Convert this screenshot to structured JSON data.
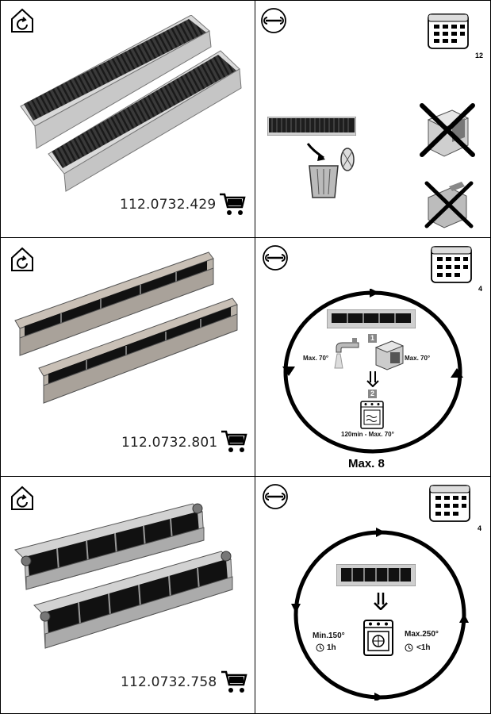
{
  "rows": [
    {
      "product_code": "112.0732.429",
      "interval_count": "12",
      "icons": [
        "house-recirculation-icon",
        "cart-icon",
        "wrench-icon",
        "calendar-icon",
        "trash-bin-icon",
        "no-dishwasher-icon",
        "no-oven-icon"
      ]
    },
    {
      "product_code": "112.0732.801",
      "interval_count": "4",
      "step1_badge": "1",
      "step2_badge": "2",
      "dishwasher_temp": "Max. 70°",
      "handwash_temp": "Max. 70°",
      "oven_regen": "120min - Max. 70°",
      "max_cycles": "Max. 8",
      "icons": [
        "house-recirculation-icon",
        "cart-icon",
        "wrench-icon",
        "calendar-icon",
        "cycle-icon",
        "faucet-icon",
        "dishwasher-icon",
        "oven-icon"
      ]
    },
    {
      "product_code": "112.0732.758",
      "interval_count": "4",
      "min_temp": "Min.150°",
      "min_time": "1h",
      "max_temp": "Max.250°",
      "max_time": "<1h",
      "icons": [
        "house-recirculation-icon",
        "cart-icon",
        "wrench-icon",
        "calendar-icon",
        "cycle-icon",
        "oven-icon",
        "clock-icon"
      ]
    }
  ]
}
